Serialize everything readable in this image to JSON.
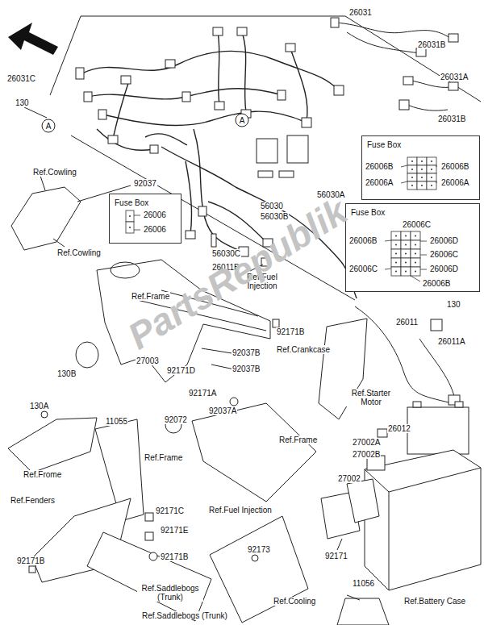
{
  "diagram": {
    "nodes": [
      {
        "text": [
          "A"
        ]
      },
      {
        "text": [
          "A"
        ]
      },
      {
        "text": [
          "Fuse Box",
          "26006B",
          "26006B",
          "26006A",
          "26006A"
        ]
      },
      {
        "text": [
          "Fuse Box",
          "26006",
          "26006"
        ]
      },
      {
        "text": [
          "Fuse Box",
          "26006C",
          "26006B",
          "26006D",
          "26006C",
          "26006C",
          "26006D",
          "26006B"
        ]
      }
    ],
    "labels": [
      "26031",
      "26031B",
      "26031A",
      "26031B",
      "26031C",
      "130",
      "Ref.Cowling",
      "92037",
      "Ref.Cowling",
      "56030",
      "56030A",
      "56030B",
      "56030C",
      "26011B",
      "Ref.Fuel Injection",
      "Ref.Frame",
      "92171B",
      "130",
      "26011",
      "26011A",
      "Ref.Crankcase",
      "27003",
      "92171D",
      "92037B",
      "92037B",
      "130B",
      "92171A",
      "130A",
      "92037A",
      "11055",
      "92072",
      "Ref.Starter Motor",
      "Ref.Frame",
      "26012",
      "27002A",
      "27002B",
      "27002",
      "Ref.Frame",
      "Ref.Frome",
      "Ref.Fenders",
      "92171C",
      "92171E",
      "Ref.Fuel Injection",
      "92173",
      "92171B",
      "92171B",
      "92171",
      "Ref.Saddlebogs (Trunk)",
      "Ref.Saddlebogs (Trunk)",
      "11056",
      "Ref.Cooling",
      "Ref.Battery Case",
      "PartsRepublik"
    ]
  }
}
